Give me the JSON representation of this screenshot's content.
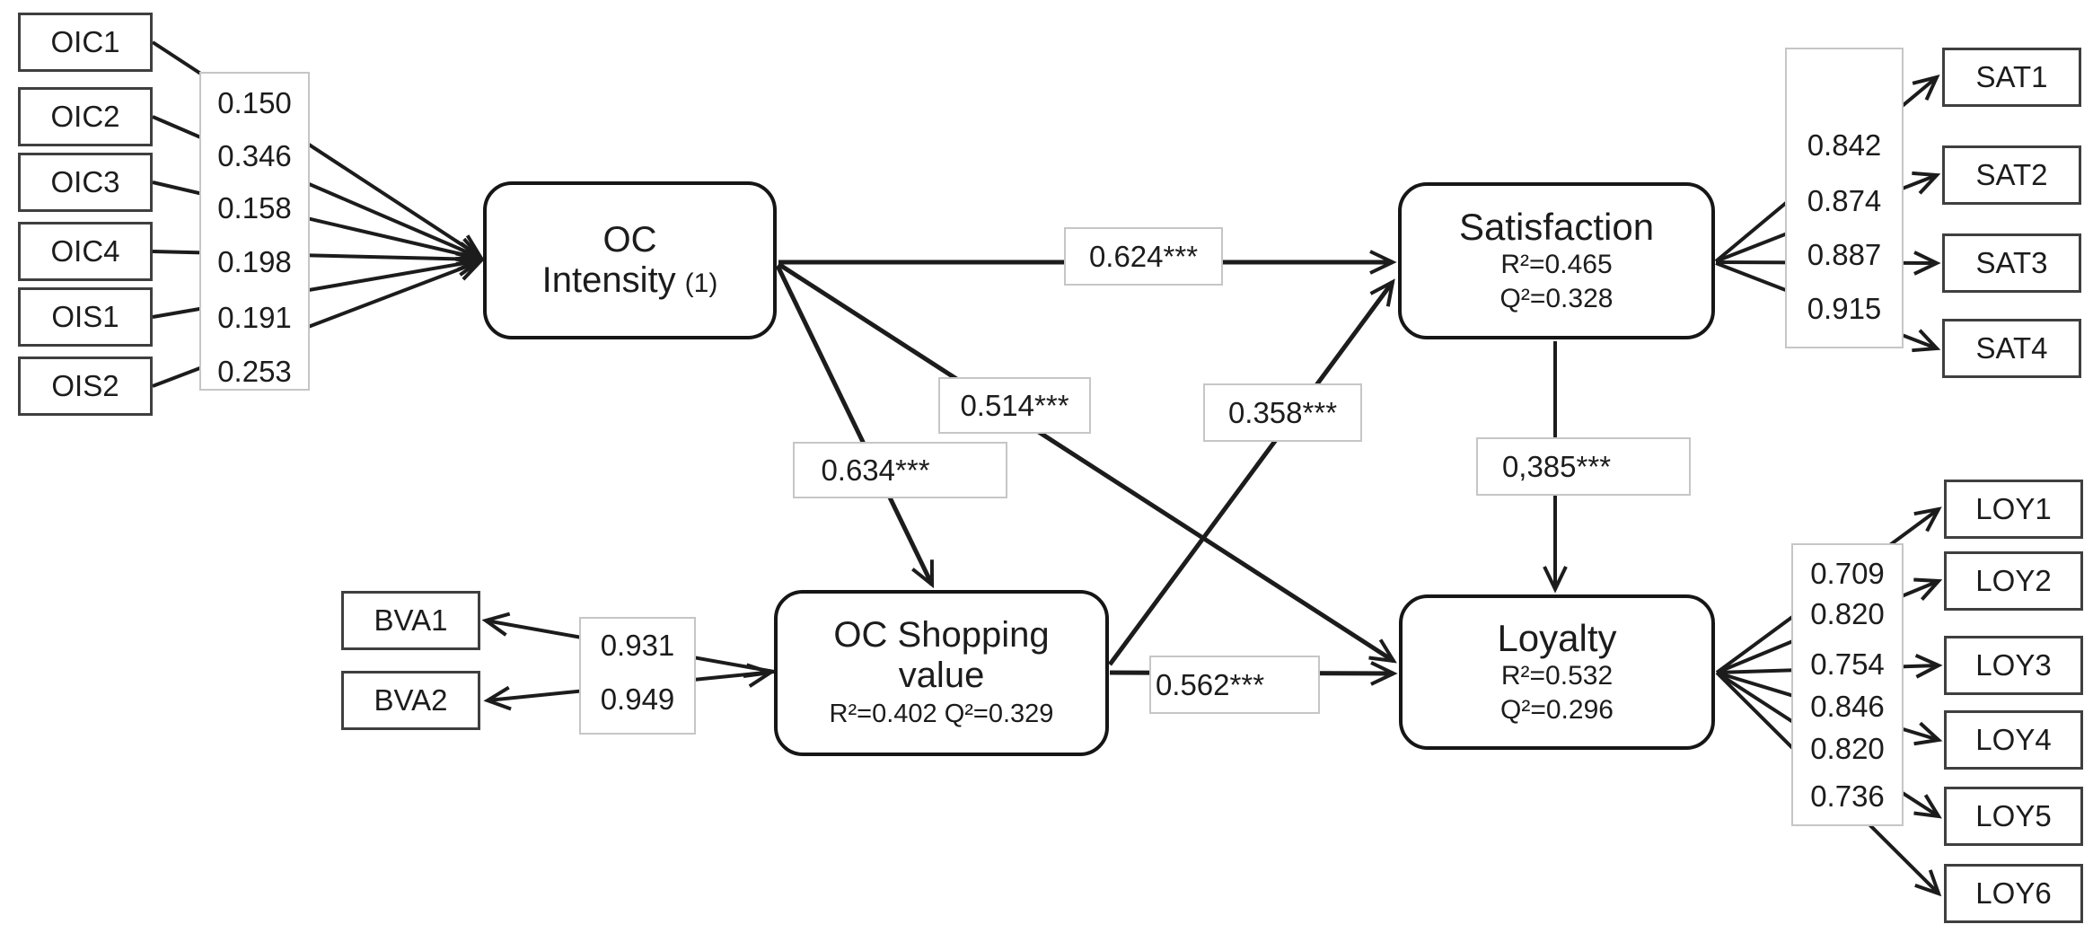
{
  "latents": {
    "oc_intensity": {
      "line1": "OC",
      "line2": "Intensity",
      "suffix": "(1)"
    },
    "satisfaction": {
      "title": "Satisfaction",
      "r2": "R²=0.465",
      "q2": "Q²=0.328"
    },
    "oc_shopping_value": {
      "line1": "OC Shopping",
      "line2": "value",
      "stats": "R²=0.402 Q²=0.329"
    },
    "loyalty": {
      "title": "Loyalty",
      "r2": "R²=0.532",
      "q2": "Q²=0.296"
    }
  },
  "indicators": {
    "oic": {
      "labels": [
        "OIC1",
        "OIC2",
        "OIC3",
        "OIC4",
        "OIS1",
        "OIS2"
      ],
      "values": [
        "0.150",
        "0.346",
        "0.158",
        "0.198",
        "0.191",
        "0.253"
      ]
    },
    "sat": {
      "labels": [
        "SAT1",
        "SAT2",
        "SAT3",
        "SAT4"
      ],
      "values": [
        "0.842",
        "0.874",
        "0.887",
        "0.915"
      ]
    },
    "bva": {
      "labels": [
        "BVA1",
        "BVA2"
      ],
      "values": [
        "0.931",
        "0.949"
      ]
    },
    "loy": {
      "labels": [
        "LOY1",
        "LOY2",
        "LOY3",
        "LOY4",
        "LOY5",
        "LOY6"
      ],
      "values": [
        "0.709",
        "0.820",
        "0.754",
        "0.846",
        "0.820",
        "0.736"
      ]
    }
  },
  "paths": {
    "oc_intensity_to_satisfaction": "0.624***",
    "oc_intensity_to_loyalty": "0.514***",
    "oc_intensity_to_oc_shopping_value": "0.634***",
    "oc_shopping_value_to_satisfaction": "0.358***",
    "oc_shopping_value_to_loyalty": "0.562***",
    "satisfaction_to_loyalty": "0,385***"
  },
  "colors": {
    "line": "#1c1c1c",
    "latent_border": "#161616",
    "indicator_border": "#3f3f3f",
    "label_border": "#c6c6c6",
    "background": "#ffffff"
  }
}
